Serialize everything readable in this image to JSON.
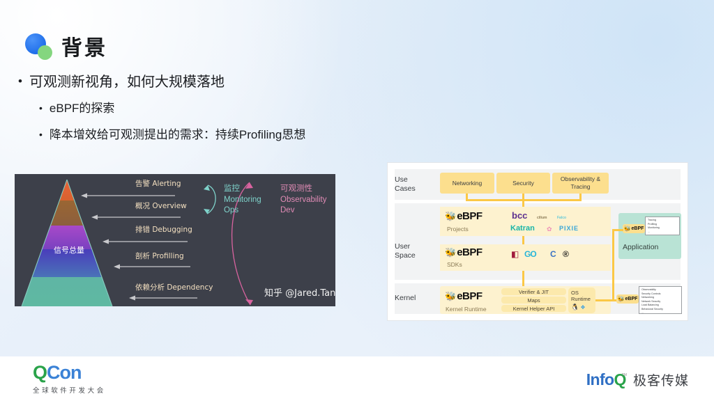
{
  "slide": {
    "title": "背景",
    "bullets": [
      {
        "level": 1,
        "marker": "•",
        "text": "可观测新视角，如何大规模落地"
      },
      {
        "level": 2,
        "marker": "•",
        "text": "eBPF的探索"
      },
      {
        "level": 2,
        "marker": "•",
        "text": "降本增效给可观测提出的需求：持续Profiling思想"
      }
    ]
  },
  "pyramid": {
    "center_label": "信号总量",
    "layers": [
      {
        "label": "告警 Alerting",
        "color": "#e2623a"
      },
      {
        "label": "概况 Overview",
        "color": "#9a6a3a"
      },
      {
        "label": "排错 Debugging",
        "color": "#9b4fc4"
      },
      {
        "label": "剖析 Profilling",
        "color": "#4a40b8"
      },
      {
        "label": "依赖分析 Dependency",
        "color": "#5fb3a3"
      }
    ],
    "arc_left": {
      "cn": "监控",
      "en1": "Monitoring",
      "en2": "Ops",
      "color": "#7fd3cb"
    },
    "arc_right": {
      "cn": "可观测性",
      "en1": "Observability",
      "en2": "Dev",
      "color": "#e08bb5"
    },
    "watermark": "知乎 @Jared.Tan"
  },
  "ebpf_diagram": {
    "rows": [
      {
        "name": "use-cases",
        "label_line1": "Use",
        "label_line2": "Cases"
      },
      {
        "name": "user-space",
        "label_line1": "User",
        "label_line2": "Space"
      },
      {
        "name": "kernel",
        "label_line1": "Kernel",
        "label_line2": ""
      }
    ],
    "use_cases": [
      {
        "label": "Networking"
      },
      {
        "label": "Security"
      },
      {
        "label": "Observability & Tracing"
      }
    ],
    "projects": {
      "logo_text": "eBPF",
      "sub_label": "Projects",
      "items": [
        "bcc",
        "cilium",
        "Falco",
        "Katran",
        "pixie-mark",
        "PIXIE"
      ]
    },
    "sdks": {
      "logo_text": "eBPF",
      "sub_label": "SDKs",
      "items": [
        "rust",
        "GO",
        "C",
        "python"
      ]
    },
    "kernel_runtime": {
      "logo_text": "eBPF",
      "sub_label": "Kernel Runtime",
      "boxes": [
        "Verifier & JIT",
        "Maps",
        "Kernel Helper API"
      ],
      "os_runtime_line1": "OS",
      "os_runtime_line2": "Runtime",
      "os_icons": [
        "linux-penguin",
        "windows"
      ]
    },
    "application": {
      "label": "Application",
      "tag": "eBPF",
      "callout": [
        "Tracing",
        "Profiling",
        "Monitoring",
        "..."
      ]
    },
    "kernel_callout": {
      "tag": "eBPF",
      "callout": [
        "Observability",
        "Security Controls",
        "Networking",
        "Network Security",
        "Load Balancing",
        "Behavioral Security",
        "..."
      ]
    },
    "colors": {
      "yellow_band": "#fdf2cf",
      "use_case_box": "#fcdf8e",
      "connector": "#fbc846",
      "application_box": "#b9e3d5",
      "row_bg": "#f2f3f4"
    }
  },
  "footer": {
    "qcon": {
      "q": "Q",
      "con": "Con",
      "subtitle": "全球软件开发大会",
      "q_color": "#2aa34a",
      "con_color": "#3b82d6"
    },
    "infoq": {
      "info": "Info",
      "q": "Q",
      "tm": "TM",
      "cn": "极客传媒",
      "info_color": "#2f6fc4",
      "q_color": "#2aa34a"
    }
  }
}
